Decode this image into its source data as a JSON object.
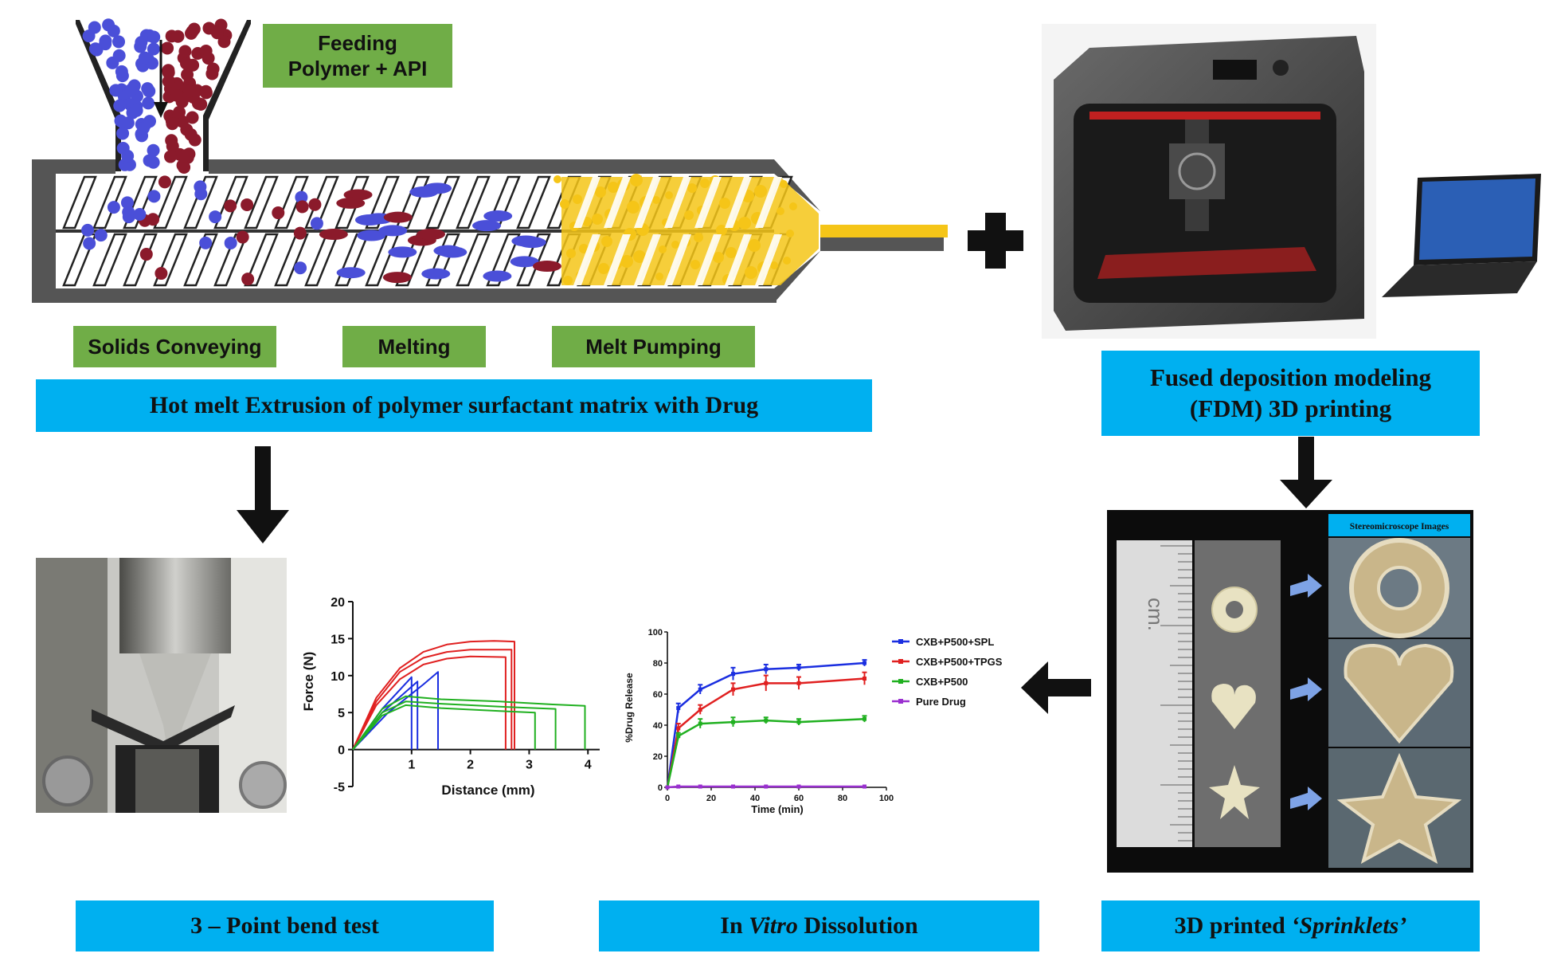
{
  "labels": {
    "feeding_line1": "Feeding",
    "feeding_line2": "Polymer + API",
    "solids_conveying": "Solids Conveying",
    "melting": "Melting",
    "melt_pumping": "Melt Pumping",
    "hme_title": "Hot melt Extrusion of polymer surfactant matrix with Drug",
    "fdm_line1": "Fused deposition modeling",
    "fdm_line2": "(FDM) 3D printing",
    "bend_test": "3 – Point bend test",
    "dissolution_prefix": "In ",
    "dissolution_italic": "Vitro",
    "dissolution_suffix": " Dissolution",
    "sprinklets_prefix": "3D printed ",
    "sprinklets_italic": "‘Sprinklets’",
    "stereo_title": "Stereomicroscope Images",
    "ruler_label": "cm."
  },
  "colors": {
    "label_blue": "#00b0f0",
    "label_green": "#70ad47",
    "melt_yellow": "#f5c518",
    "particle_blue": "#4a4fd8",
    "particle_red": "#8b1a2b"
  },
  "chart_data": [
    {
      "type": "line",
      "xlabel": "Distance (mm)",
      "ylabel": "Force (N)",
      "xlim": [
        0,
        4.2
      ],
      "ylim": [
        -5,
        20
      ],
      "xticks": [
        1,
        2,
        3,
        4
      ],
      "yticks": [
        -5,
        0,
        5,
        10,
        15,
        20
      ],
      "series": [
        {
          "color": "#e02020",
          "points": [
            [
              0,
              0
            ],
            [
              0.4,
              7
            ],
            [
              0.8,
              11
            ],
            [
              1.2,
              13.2
            ],
            [
              1.6,
              14.2
            ],
            [
              2.0,
              14.6
            ],
            [
              2.4,
              14.7
            ],
            [
              2.75,
              14.6
            ],
            [
              2.75,
              0
            ]
          ]
        },
        {
          "color": "#e02020",
          "points": [
            [
              0,
              0
            ],
            [
              0.4,
              6.5
            ],
            [
              0.8,
              10.5
            ],
            [
              1.2,
              12.4
            ],
            [
              1.6,
              13.2
            ],
            [
              2.0,
              13.5
            ],
            [
              2.7,
              13.5
            ],
            [
              2.7,
              0
            ]
          ]
        },
        {
          "color": "#e02020",
          "points": [
            [
              0,
              0
            ],
            [
              0.4,
              6
            ],
            [
              0.8,
              9.5
            ],
            [
              1.2,
              11.5
            ],
            [
              1.6,
              12.3
            ],
            [
              2.0,
              12.6
            ],
            [
              2.6,
              12.5
            ],
            [
              2.6,
              0
            ]
          ]
        },
        {
          "color": "#1a2ee0",
          "points": [
            [
              0,
              0
            ],
            [
              0.5,
              5.5
            ],
            [
              1.0,
              9.8
            ],
            [
              1.0,
              0
            ]
          ]
        },
        {
          "color": "#1a2ee0",
          "points": [
            [
              0,
              0
            ],
            [
              0.5,
              5
            ],
            [
              1.1,
              9.2
            ],
            [
              1.1,
              0
            ]
          ]
        },
        {
          "color": "#1a2ee0",
          "points": [
            [
              0,
              0
            ],
            [
              0.6,
              5
            ],
            [
              1.2,
              8.8
            ],
            [
              1.45,
              10.5
            ],
            [
              1.45,
              0
            ]
          ]
        },
        {
          "color": "#20b020",
          "points": [
            [
              0,
              0
            ],
            [
              0.5,
              5.5
            ],
            [
              0.9,
              7.2
            ],
            [
              1.5,
              6.8
            ],
            [
              2.5,
              6.5
            ],
            [
              3.4,
              6.1
            ],
            [
              3.95,
              5.9
            ],
            [
              3.95,
              0
            ]
          ]
        },
        {
          "color": "#20b020",
          "points": [
            [
              0,
              0
            ],
            [
              0.5,
              5
            ],
            [
              0.9,
              6.5
            ],
            [
              1.5,
              6.2
            ],
            [
              2.5,
              5.8
            ],
            [
              3.45,
              5.5
            ],
            [
              3.45,
              0
            ]
          ]
        },
        {
          "color": "#20b020",
          "points": [
            [
              0,
              0
            ],
            [
              0.5,
              4.6
            ],
            [
              0.9,
              6
            ],
            [
              1.5,
              5.6
            ],
            [
              2.5,
              5.2
            ],
            [
              3.1,
              5.0
            ],
            [
              3.1,
              0
            ]
          ]
        }
      ]
    },
    {
      "type": "line",
      "xlabel": "Time (min)",
      "ylabel": "%Drug Release",
      "xlim": [
        0,
        100
      ],
      "ylim": [
        0,
        100
      ],
      "xticks": [
        0,
        20,
        40,
        60,
        80,
        100
      ],
      "yticks": [
        0,
        20,
        40,
        60,
        80,
        100
      ],
      "legend": "right",
      "series": [
        {
          "name": "CXB+P500+SPL",
          "color": "#1a2ee0",
          "x": [
            0,
            5,
            15,
            30,
            45,
            60,
            90
          ],
          "y": [
            0,
            51,
            63,
            73,
            76,
            77,
            80
          ],
          "err": [
            0,
            3,
            3,
            4,
            3,
            2,
            2
          ]
        },
        {
          "name": "CXB+P500+TPGS",
          "color": "#e02020",
          "x": [
            0,
            5,
            15,
            30,
            45,
            60,
            90
          ],
          "y": [
            0,
            38,
            50,
            63,
            67,
            67,
            70
          ],
          "err": [
            0,
            3,
            3,
            4,
            5,
            4,
            4
          ]
        },
        {
          "name": "CXB+P500",
          "color": "#20b020",
          "x": [
            0,
            5,
            15,
            30,
            45,
            60,
            90
          ],
          "y": [
            0,
            33,
            41,
            42,
            43,
            42,
            44
          ],
          "err": [
            0,
            2,
            3,
            3,
            2,
            2,
            2
          ]
        },
        {
          "name": "Pure Drug",
          "color": "#9a30d0",
          "x": [
            0,
            5,
            15,
            30,
            45,
            60,
            90
          ],
          "y": [
            0,
            0.5,
            0.5,
            0.5,
            0.5,
            0.5,
            0.5
          ],
          "err": [
            0,
            0,
            0,
            0,
            0,
            0,
            0
          ]
        }
      ]
    }
  ]
}
